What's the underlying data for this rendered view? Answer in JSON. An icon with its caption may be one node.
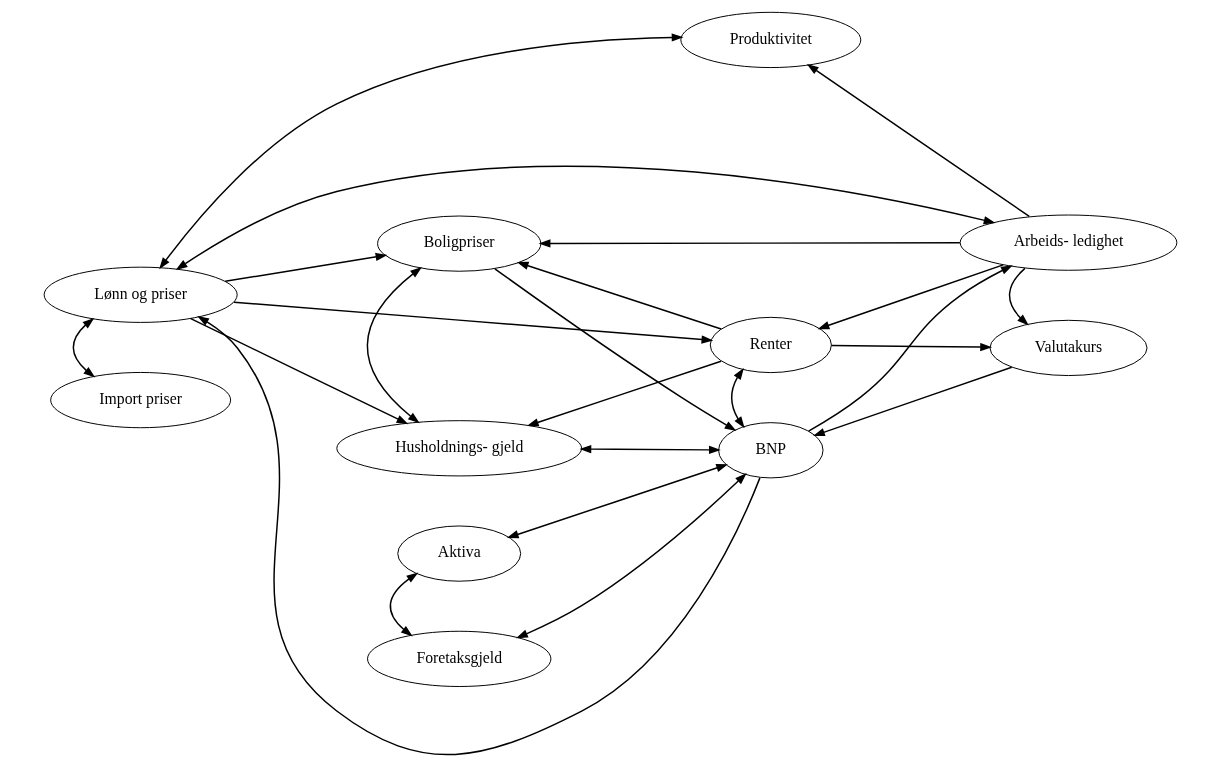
{
  "diagram": {
    "nodes": [
      {
        "text": [
          "Lønn og priser"
        ]
      },
      {
        "text": [
          "Boligpriser"
        ]
      },
      {
        "text": [
          "Produktivitet"
        ]
      },
      {
        "text": [
          "Arbeids- ledighet"
        ]
      },
      {
        "text": [
          "Husholdnings- gjeld"
        ]
      },
      {
        "text": [
          "Renter"
        ]
      },
      {
        "text": [
          "Import priser"
        ]
      },
      {
        "text": [
          "BNP"
        ]
      },
      {
        "text": [
          "Aktiva"
        ]
      },
      {
        "text": [
          "Valutakurs"
        ]
      },
      {
        "text": [
          "Foretaksgjeld"
        ]
      }
    ],
    "edges": [
      {
        "from": 0,
        "to": 1,
        "arrow": "to"
      },
      {
        "from": 0,
        "to": 4,
        "arrow": "to"
      },
      {
        "from": 0,
        "to": 2,
        "arrow": "both"
      },
      {
        "from": 0,
        "to": 5,
        "arrow": "to"
      },
      {
        "from": 7,
        "to": 0,
        "arrow": "to"
      },
      {
        "from": 0,
        "to": 3,
        "arrow": "both"
      },
      {
        "from": 0,
        "to": 6,
        "arrow": "both"
      },
      {
        "from": 3,
        "to": 2,
        "arrow": "to"
      },
      {
        "from": 3,
        "to": 1,
        "arrow": "to"
      },
      {
        "from": 3,
        "to": 5,
        "arrow": "to"
      },
      {
        "from": 3,
        "to": 9,
        "arrow": "to"
      },
      {
        "from": 7,
        "to": 3,
        "arrow": "to"
      },
      {
        "from": 5,
        "to": 1,
        "arrow": "to"
      },
      {
        "from": 5,
        "to": 4,
        "arrow": "to"
      },
      {
        "from": 5,
        "to": 9,
        "arrow": "to"
      },
      {
        "from": 5,
        "to": 7,
        "arrow": "both"
      },
      {
        "from": 1,
        "to": 7,
        "arrow": "to"
      },
      {
        "from": 1,
        "to": 4,
        "arrow": "both"
      },
      {
        "from": 7,
        "to": 4,
        "arrow": "both"
      },
      {
        "from": 9,
        "to": 7,
        "arrow": "to"
      },
      {
        "from": 7,
        "to": 8,
        "arrow": "both"
      },
      {
        "from": 7,
        "to": 10,
        "arrow": "both"
      },
      {
        "from": 8,
        "to": 10,
        "arrow": "both"
      }
    ]
  }
}
